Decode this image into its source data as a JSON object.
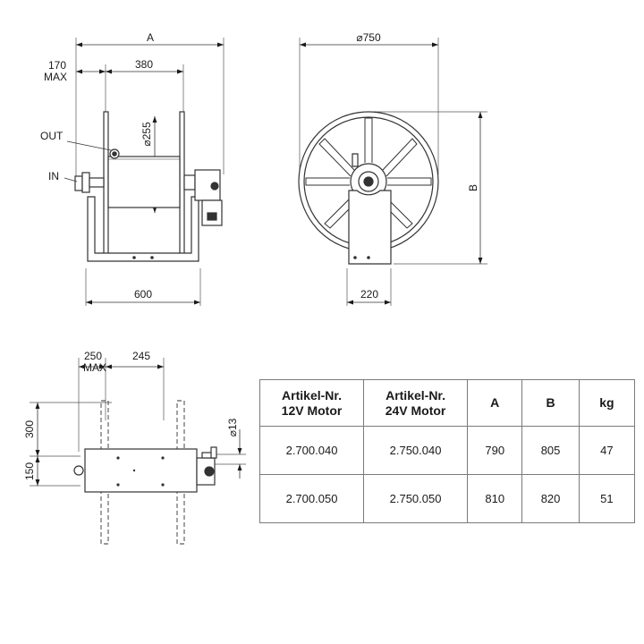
{
  "front_view": {
    "dim_a": "A",
    "dim_170_value": "170",
    "dim_170_note": "MAX",
    "dim_380": "380",
    "dim_drum": "⌀255",
    "label_out": "OUT",
    "label_in": "IN",
    "dim_600": "600"
  },
  "side_view": {
    "dim_diameter": "⌀750",
    "dim_b": "B",
    "dim_220": "220"
  },
  "top_view": {
    "dim_250_value": "250",
    "dim_250_note": "MAX",
    "dim_245": "245",
    "dim_300": "300",
    "dim_150": "150",
    "dim_13": "⌀13"
  },
  "table": {
    "headers": [
      {
        "line1": "Artikel-Nr.",
        "line2": "12V Motor"
      },
      {
        "line1": "Artikel-Nr.",
        "line2": "24V Motor"
      },
      {
        "line1": "A",
        "line2": ""
      },
      {
        "line1": "B",
        "line2": ""
      },
      {
        "line1": "kg",
        "line2": ""
      }
    ],
    "rows": [
      [
        "2.700.040",
        "2.750.040",
        "790",
        "805",
        "47"
      ],
      [
        "2.700.050",
        "2.750.050",
        "810",
        "820",
        "51"
      ]
    ]
  }
}
